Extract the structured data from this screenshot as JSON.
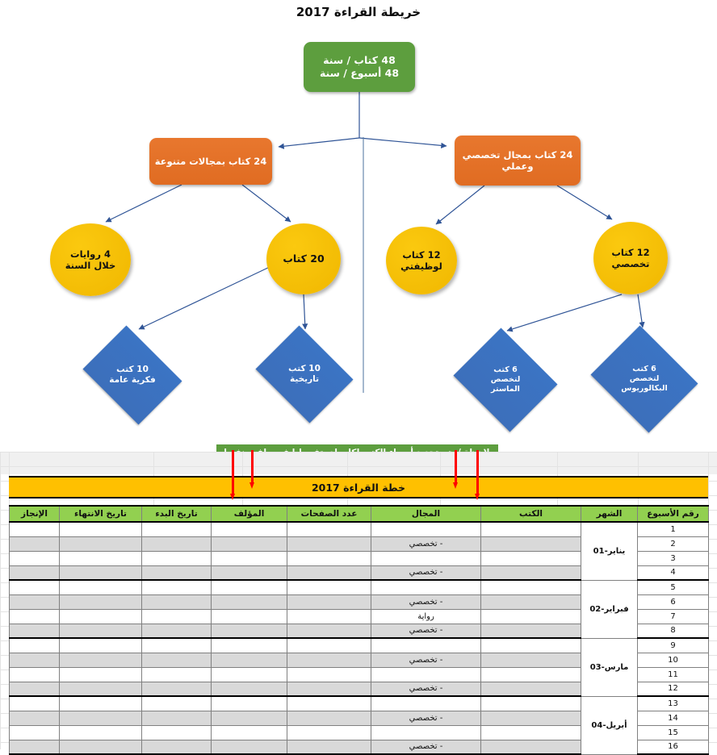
{
  "diagram": {
    "title": "خريطة القراءة 2017",
    "root": {
      "line1": "48 كتاب / سنة",
      "line2": "48 أسبوع / سنة",
      "color": "#5d9e3e"
    },
    "branches": [
      {
        "name": "diverse-fields",
        "line1": "24 كتاب بمجالات متنوعة",
        "line2": "",
        "color": "#e8772e"
      },
      {
        "name": "specialized",
        "line1": "24 كتاب بمجال تخصصي",
        "line2": "وعملي",
        "color": "#e8772e"
      }
    ],
    "circles": [
      {
        "name": "novels",
        "line1": "4 روايات",
        "line2": "خلال السنة",
        "color": "#fbc90f"
      },
      {
        "name": "books-20",
        "line1": "20 كتاب",
        "line2": "",
        "color": "#fbc90f"
      },
      {
        "name": "job-books",
        "line1": "12 كتاب",
        "line2": "لوظيفتي",
        "color": "#fbc90f"
      },
      {
        "name": "specialized-books",
        "line1": "12 كتاب",
        "line2": "تخصصي",
        "color": "#fbc90f"
      }
    ],
    "diamonds": [
      {
        "name": "general-thought",
        "line1": "10 كتب",
        "line2": "فكرية عامة",
        "line3": "",
        "color": "#3b74c4"
      },
      {
        "name": "history",
        "line1": "10 كتب",
        "line2": "تاريخية",
        "line3": "",
        "color": "#3b74c4"
      },
      {
        "name": "master-specialty",
        "line1": "6 كتب",
        "line2": "لتخصص",
        "line3": "الماستر",
        "color": "#3b74c4"
      },
      {
        "name": "bachelor-specialty",
        "line1": "6 كتب",
        "line2": "لتخصص",
        "line3": "البكالوريوس",
        "color": "#3b74c4"
      }
    ],
    "note": "ملاحظة / يتم تحديد أسماء الكتب لكل بلد، تفصيليا فى ملف منفصل"
  },
  "sheet": {
    "plan_title": "خطة القراءة 2017",
    "plan_title_color": "#ffc000",
    "header_color": "#92d050",
    "columns": [
      "رقم الأسبوع",
      "الشهر",
      "الكتب",
      "المجال",
      "عدد الصفحات",
      "المؤلف",
      "تاريخ البدء",
      "تاريخ الانتهاء",
      "الإنجاز"
    ],
    "months": [
      {
        "label": "يناير-01",
        "weeks": [
          1,
          2,
          3,
          4
        ]
      },
      {
        "label": "فبراير-02",
        "weeks": [
          5,
          6,
          7,
          8
        ]
      },
      {
        "label": "مارس-03",
        "weeks": [
          9,
          10,
          11,
          12
        ]
      },
      {
        "label": "أبريل-04",
        "weeks": [
          13,
          14,
          15,
          16
        ]
      }
    ],
    "rows": [
      {
        "week": "1",
        "month": "يناير-01",
        "month_span": 4,
        "books": "",
        "field": "",
        "pages": "",
        "author": "",
        "start": "",
        "end": "",
        "done": "",
        "shaded": false
      },
      {
        "week": "2",
        "month": "",
        "month_span": 0,
        "books": "",
        "field": "- تخصصي",
        "pages": "",
        "author": "",
        "start": "",
        "end": "",
        "done": "",
        "shaded": true
      },
      {
        "week": "3",
        "month": "",
        "month_span": 0,
        "books": "",
        "field": "",
        "pages": "",
        "author": "",
        "start": "",
        "end": "",
        "done": "",
        "shaded": false
      },
      {
        "week": "4",
        "month": "",
        "month_span": 0,
        "books": "",
        "field": "- تخصصي",
        "pages": "",
        "author": "",
        "start": "",
        "end": "",
        "done": "",
        "shaded": true
      },
      {
        "week": "5",
        "month": "فبراير-02",
        "month_span": 4,
        "books": "",
        "field": "",
        "pages": "",
        "author": "",
        "start": "",
        "end": "",
        "done": "",
        "shaded": false
      },
      {
        "week": "6",
        "month": "",
        "month_span": 0,
        "books": "",
        "field": "- تخصصي",
        "pages": "",
        "author": "",
        "start": "",
        "end": "",
        "done": "",
        "shaded": true
      },
      {
        "week": "7",
        "month": "",
        "month_span": 0,
        "books": "",
        "field": "رواية",
        "pages": "",
        "author": "",
        "start": "",
        "end": "",
        "done": "",
        "shaded": false
      },
      {
        "week": "8",
        "month": "",
        "month_span": 0,
        "books": "",
        "field": "- تخصصي",
        "pages": "",
        "author": "",
        "start": "",
        "end": "",
        "done": "",
        "shaded": true
      },
      {
        "week": "9",
        "month": "مارس-03",
        "month_span": 4,
        "books": "",
        "field": "",
        "pages": "",
        "author": "",
        "start": "",
        "end": "",
        "done": "",
        "shaded": false
      },
      {
        "week": "10",
        "month": "",
        "month_span": 0,
        "books": "",
        "field": "- تخصصي",
        "pages": "",
        "author": "",
        "start": "",
        "end": "",
        "done": "",
        "shaded": true
      },
      {
        "week": "11",
        "month": "",
        "month_span": 0,
        "books": "",
        "field": "",
        "pages": "",
        "author": "",
        "start": "",
        "end": "",
        "done": "",
        "shaded": false
      },
      {
        "week": "12",
        "month": "",
        "month_span": 0,
        "books": "",
        "field": "- تخصصي",
        "pages": "",
        "author": "",
        "start": "",
        "end": "",
        "done": "",
        "shaded": true
      },
      {
        "week": "13",
        "month": "أبريل-04",
        "month_span": 4,
        "books": "",
        "field": "",
        "pages": "",
        "author": "",
        "start": "",
        "end": "",
        "done": "",
        "shaded": false
      },
      {
        "week": "14",
        "month": "",
        "month_span": 0,
        "books": "",
        "field": "- تخصصي",
        "pages": "",
        "author": "",
        "start": "",
        "end": "",
        "done": "",
        "shaded": true
      },
      {
        "week": "15",
        "month": "",
        "month_span": 0,
        "books": "",
        "field": "",
        "pages": "",
        "author": "",
        "start": "",
        "end": "",
        "done": "",
        "shaded": false
      },
      {
        "week": "16",
        "month": "",
        "month_span": 0,
        "books": "",
        "field": "- تخصصي",
        "pages": "",
        "author": "",
        "start": "",
        "end": "",
        "done": "",
        "shaded": true
      }
    ],
    "annotation_arrows": {
      "color": "#ff0000",
      "count": 4
    }
  }
}
